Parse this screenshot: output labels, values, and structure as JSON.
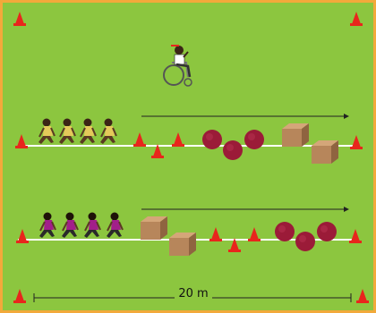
{
  "distance_label": "20 m",
  "colors": {
    "border": "#f2a93b",
    "field": "#8cc63f",
    "cone": "#e8261c",
    "ball": "#9b1b38",
    "box": "#b7865b",
    "team_top": "#e3c95a",
    "team_bottom": "#a21f8a",
    "line": "#ffffff",
    "arrow": "#222222"
  },
  "icons": [
    "cone-icon",
    "ball-icon",
    "box-icon",
    "runner-icon",
    "wheelchair-coach-icon",
    "direction-arrow-icon"
  ],
  "teams": [
    {
      "lane": "top",
      "runners": 4
    },
    {
      "lane": "bottom",
      "runners": 4
    }
  ]
}
